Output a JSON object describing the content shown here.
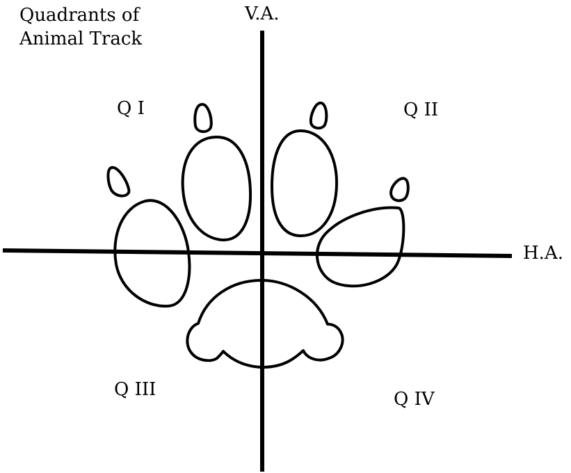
{
  "title_lines": [
    "Quadrants of",
    "Animal Track"
  ],
  "axes": {
    "vertical_label": "V.A.",
    "horizontal_label": "H.A."
  },
  "quadrants": {
    "q1": "Q I",
    "q2": "Q II",
    "q3": "Q III",
    "q4": "Q IV"
  },
  "track": {
    "toes": 4,
    "claws": 4,
    "heel_pad": 1
  }
}
